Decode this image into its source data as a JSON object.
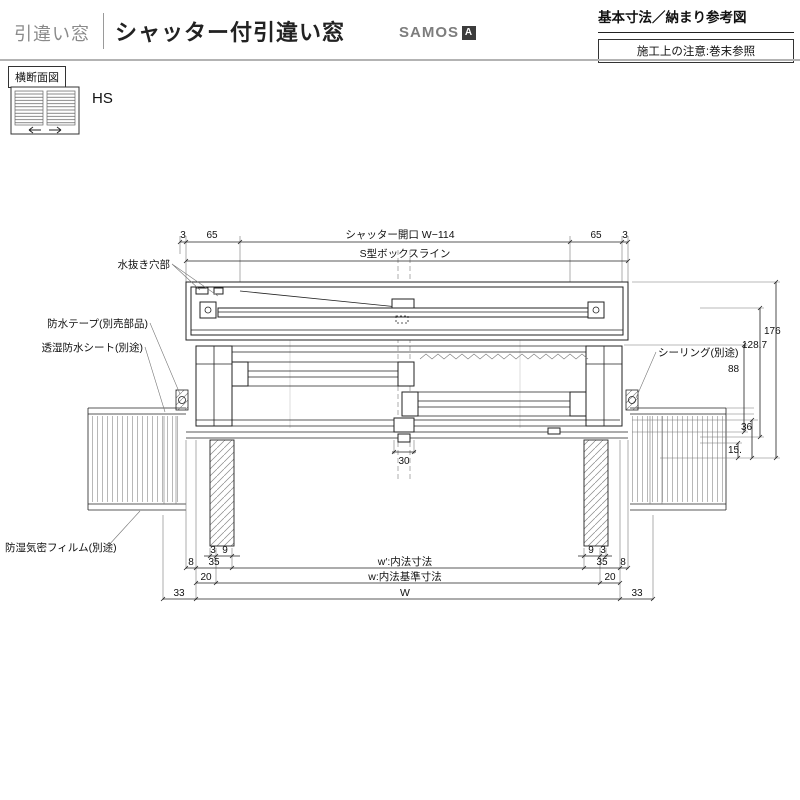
{
  "header": {
    "category": "引違い窓",
    "title": "シャッター付引違い窓",
    "brand": "SAMOS",
    "brand_badge": "A",
    "ref_title": "基本寸法／納まり参考図",
    "note": "施工上の注意:巻末参照"
  },
  "section": {
    "view_label": "横断面図",
    "series_code": "HS"
  },
  "drawing": {
    "top": {
      "d3l": "3",
      "d65l": "65",
      "opening": "シャッター開口 W−114",
      "box_line": "S型ボックスライン",
      "d65r": "65",
      "d3r": "3"
    },
    "left_labels": {
      "drain": "水抜き穴部",
      "tape": "防水テープ(別売部品)",
      "sheet": "透湿防水シート(別途)",
      "film": "防湿気密フィルム(別途)"
    },
    "right_labels": {
      "sealing": "シーリング(別途)"
    },
    "right_dims": {
      "h176": "176",
      "h128": "128.7",
      "h88": "88",
      "h36": "36",
      "h15": "15."
    },
    "mid_dims": {
      "d30": "30"
    },
    "bottom": {
      "l3": "3",
      "l9": "9",
      "r9": "9",
      "r3": "3",
      "l8": "8",
      "l35": "35",
      "w_inner": "w′:内法寸法",
      "r35": "35",
      "r8": "8",
      "l20": "20",
      "w_std": "w:内法基準寸法",
      "r20": "20",
      "l33": "33",
      "W": "W",
      "r33": "33"
    }
  }
}
